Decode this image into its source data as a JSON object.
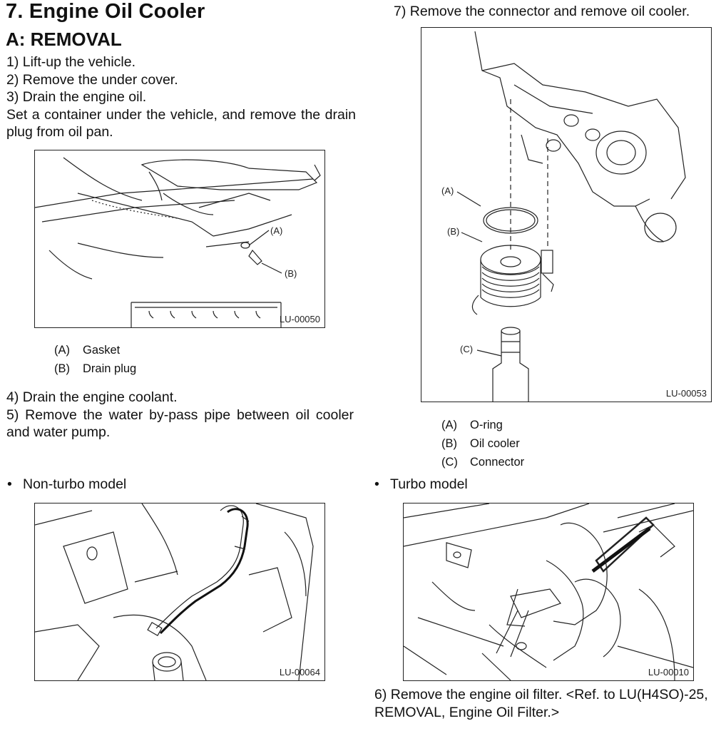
{
  "section_title": "7.  Engine Oil Cooler",
  "subsection_title": "A:  REMOVAL",
  "steps_left": [
    "1) Lift-up the vehicle.",
    "2) Remove the under cover.",
    "3) Drain the engine oil."
  ],
  "step3_note": "Set a container under the vehicle, and remove the drain plug from oil pan.",
  "fig1": {
    "id": "LU-00050",
    "callouts": [
      "(A)",
      "(B)"
    ],
    "legend": [
      {
        "key": "(A)",
        "label": "Gasket"
      },
      {
        "key": "(B)",
        "label": "Drain plug"
      }
    ]
  },
  "step4": "4) Drain the engine coolant.",
  "step5": "5) Remove the water by-pass pipe between oil cooler and water pump.",
  "bullet_nonturbo": "Non-turbo model",
  "fig_nonturbo": {
    "id": "LU-00064"
  },
  "step7": "7) Remove the connector and remove oil cooler.",
  "fig2": {
    "id": "LU-00053",
    "callouts": [
      "(A)",
      "(B)",
      "(C)"
    ],
    "legend": [
      {
        "key": "(A)",
        "label": "O-ring"
      },
      {
        "key": "(B)",
        "label": "Oil cooler"
      },
      {
        "key": "(C)",
        "label": "Connector"
      }
    ]
  },
  "bullet_turbo": "Turbo model",
  "fig_turbo": {
    "id": "LU-00010"
  },
  "step6": "6) Remove the engine oil filter. <Ref. to LU(H4SO)-25, REMOVAL, Engine Oil Filter.>",
  "bullet_symbol": "•"
}
